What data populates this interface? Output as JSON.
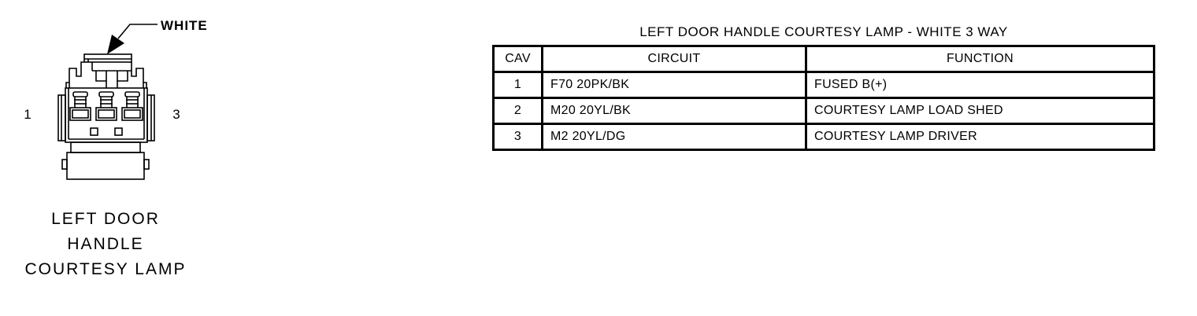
{
  "diagram": {
    "wire_color_label": "WHITE",
    "pin_left": "1",
    "pin_right": "3",
    "caption_line1": "LEFT DOOR",
    "caption_line2": "HANDLE",
    "caption_line3": "COURTESY LAMP"
  },
  "table": {
    "title": "LEFT DOOR HANDLE COURTESY LAMP - WHITE 3 WAY",
    "columns": [
      "CAV",
      "CIRCUIT",
      "FUNCTION"
    ],
    "rows": [
      {
        "cav": "1",
        "circuit": "F70 20PK/BK",
        "function": "FUSED B(+)"
      },
      {
        "cav": "2",
        "circuit": "M20 20YL/BK",
        "function": "COURTESY LAMP LOAD SHED"
      },
      {
        "cav": "3",
        "circuit": "M2 20YL/DG",
        "function": "COURTESY LAMP DRIVER"
      }
    ]
  },
  "colors": {
    "ink": "#000000",
    "background": "#ffffff"
  }
}
